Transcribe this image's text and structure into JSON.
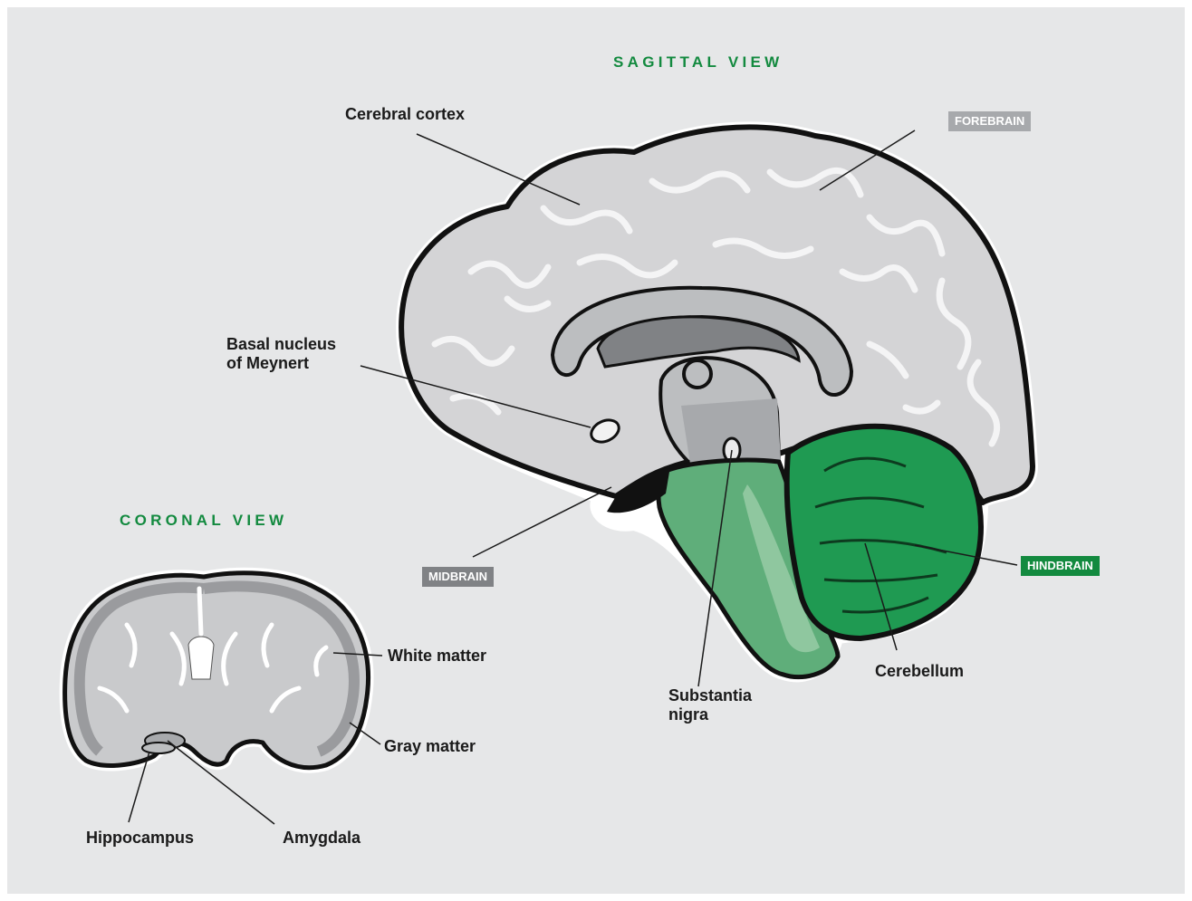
{
  "titles": {
    "sagittal": "SAGITTAL VIEW",
    "coronal": "CORONAL VIEW"
  },
  "labels": {
    "cerebral_cortex": "Cerebral cortex",
    "basal_nucleus_line1": "Basal nucleus",
    "basal_nucleus_line2": "of Meynert",
    "substantia_line1": "Substantia",
    "substantia_line2": "nigra",
    "cerebellum": "Cerebellum",
    "white_matter": "White matter",
    "gray_matter": "Gray matter",
    "hippocampus": "Hippocampus",
    "amygdala": "Amygdala"
  },
  "region_tags": {
    "forebrain": "FOREBRAIN",
    "midbrain": "MIDBRAIN",
    "hindbrain": "HINDBRAIN"
  },
  "colors": {
    "title_green": "#138a3f",
    "background": "#e6e7e8",
    "forebrain_tag": "#a7a9ac",
    "midbrain_tag": "#808285",
    "hindbrain_tag": "#138a3f",
    "cerebellum_green": "#1f9a52",
    "brainstem_green": "#5fae7a",
    "cortex_gray": "#d4d4d6"
  }
}
